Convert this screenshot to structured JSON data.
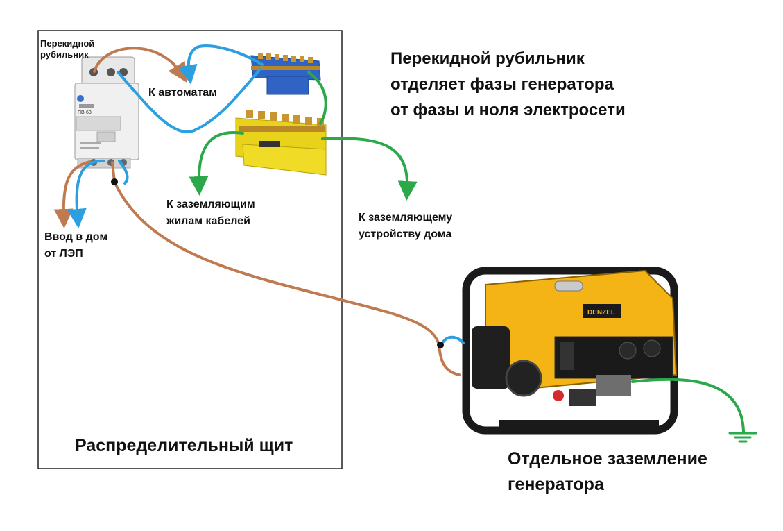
{
  "labels": {
    "switch_label": [
      "Перекидной",
      "рубильник"
    ],
    "to_breakers": "К автоматам",
    "to_ground_wires": [
      "К заземляющим",
      "жилам кабелей"
    ],
    "to_house_ground": [
      "К заземляющему",
      "устройству дома"
    ],
    "house_input": [
      "Ввод в дом",
      "от ЛЭП"
    ],
    "panel_title": "Распределительный щит",
    "generator_ground": [
      "Отдельное заземление",
      "генератора"
    ],
    "explanation": [
      "Перекидной рубильник",
      "отделяет фазы генератора",
      "от фазы и ноля электросети"
    ],
    "brand": "DENZEL",
    "switch_model": "ПВ-63"
  },
  "colors": {
    "phase_wire": "#c07a50",
    "neutral_wire": "#2b9fe0",
    "ground_wire": "#2aa84a",
    "junction": "#111111",
    "panel_border": "#222222",
    "generator_body": "#f5b415",
    "generator_frame": "#1a1a1a",
    "bus_neutral": "#2f63c4",
    "bus_ground": "#e8d21a",
    "brass": "#c9952e"
  },
  "icons": [
    "transfer-switch-device",
    "neutral-busbar",
    "ground-busbar",
    "generator",
    "ground-symbol-icon"
  ]
}
